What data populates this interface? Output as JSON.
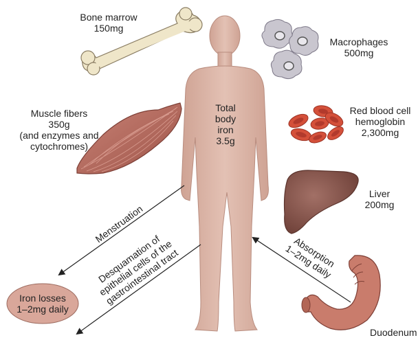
{
  "body": {
    "l1": "Total",
    "l2": "body",
    "l3": "iron",
    "l4": "3.5g"
  },
  "bone_marrow": {
    "name": "Bone marrow",
    "amount": "150mg"
  },
  "macrophages": {
    "name": "Macrophages",
    "amount": "500mg"
  },
  "muscle": {
    "name": "Muscle fibers",
    "amount": "350g",
    "note1": "(and enzymes and",
    "note2": "cytochromes)"
  },
  "rbc": {
    "line1": "Red blood cell",
    "line2": "hemoglobin",
    "amount": "2,300mg"
  },
  "liver": {
    "name": "Liver",
    "amount": "200mg"
  },
  "absorption": {
    "line1": "Absorption",
    "line2": "1–2mg daily"
  },
  "duodenum": {
    "name": "Duodenum"
  },
  "menstruation": {
    "name": "Menstruation"
  },
  "desquamation": {
    "line1": "Desquamation of",
    "line2": "epithelial cells of the",
    "line3": "gastrointestinal tract"
  },
  "iron_losses": {
    "line1": "Iron losses",
    "line2": "1–2mg daily"
  },
  "colors": {
    "skin": "#d9b2a4",
    "bone": "#efe6c9",
    "muscle": "#b86e62",
    "rbc": "#d4503a",
    "liver": "#8c5a50",
    "macrophage": "#c9c6cf",
    "ellipse": "#d9a79a"
  }
}
